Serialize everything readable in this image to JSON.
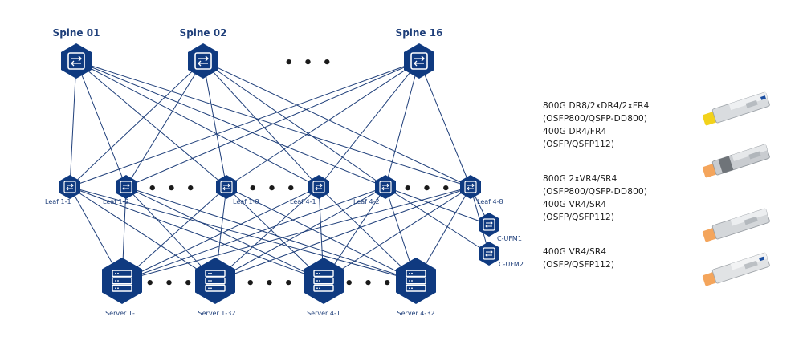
{
  "network": {
    "spines": [
      "Spine 01",
      "Spine 02",
      "Spine 16"
    ],
    "leaves": [
      "Leaf 1-1",
      "Leaf 1-2",
      "Leaf 1-8",
      "Leaf 4-1",
      "Leaf 4-2",
      "Leaf 4-8"
    ],
    "ufms": [
      "C-UFM1",
      "C-UFM2"
    ],
    "servers": [
      "Server 1-1",
      "Server 1-32",
      "Server 4-1",
      "Server 4-32"
    ],
    "ellipsis": "• • •"
  },
  "specs": [
    {
      "lines": [
        "800G DR8/2xDR4/2xFR4",
        "(OSFP800/QSFP-DD800)",
        "400G DR4/FR4",
        "(OSFP/QSFP112)"
      ]
    },
    {
      "lines": [
        "800G 2xVR4/SR4",
        "(OSFP800/QSFP-DD800)",
        "400G VR4/SR4",
        "(OSFP/QSFP112)"
      ]
    },
    {
      "lines": [
        "400G VR4/SR4",
        "(OSFP/QSFP112)"
      ]
    }
  ],
  "modules": [
    {
      "name": "transceiver-module-yellow",
      "tab_color": "#f2d21b"
    },
    {
      "name": "transceiver-module-orange",
      "tab_color": "#f4a55c"
    },
    {
      "name": "transceiver-module-orange",
      "tab_color": "#f4a55c"
    },
    {
      "name": "transceiver-module-orange",
      "tab_color": "#f4a55c"
    }
  ],
  "colors": {
    "node": "#0f3a80",
    "link": "#1f3f7a"
  }
}
